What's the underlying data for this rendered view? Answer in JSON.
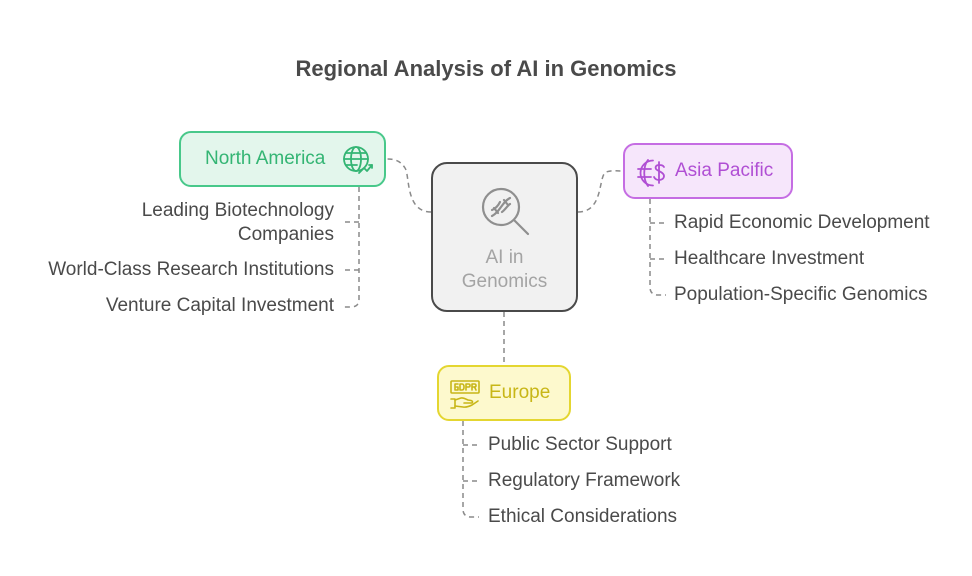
{
  "title": "Regional Analysis of AI in Genomics",
  "center": {
    "label": "AI in\nGenomics",
    "icon": "dna-search-icon"
  },
  "regions": {
    "north_america": {
      "label": "North America",
      "icon": "globe-trend-icon",
      "items": [
        "Leading Biotechnology\nCompanies",
        "World-Class Research Institutions",
        "Venture Capital Investment"
      ]
    },
    "asia_pacific": {
      "label": "Asia Pacific",
      "icon": "globe-dollar-icon",
      "items": [
        "Rapid Economic Development",
        "Healthcare Investment",
        "Population-Specific Genomics"
      ]
    },
    "europe": {
      "label": "Europe",
      "icon": "gdpr-hand-icon",
      "items": [
        "Public Sector Support",
        "Regulatory Framework",
        "Ethical Considerations"
      ]
    }
  },
  "colors": {
    "north_america": "#48c88a",
    "asia_pacific": "#c56de3",
    "europe": "#e4d630",
    "center": "#4a4a4a",
    "connector": "#8a8a8a"
  }
}
